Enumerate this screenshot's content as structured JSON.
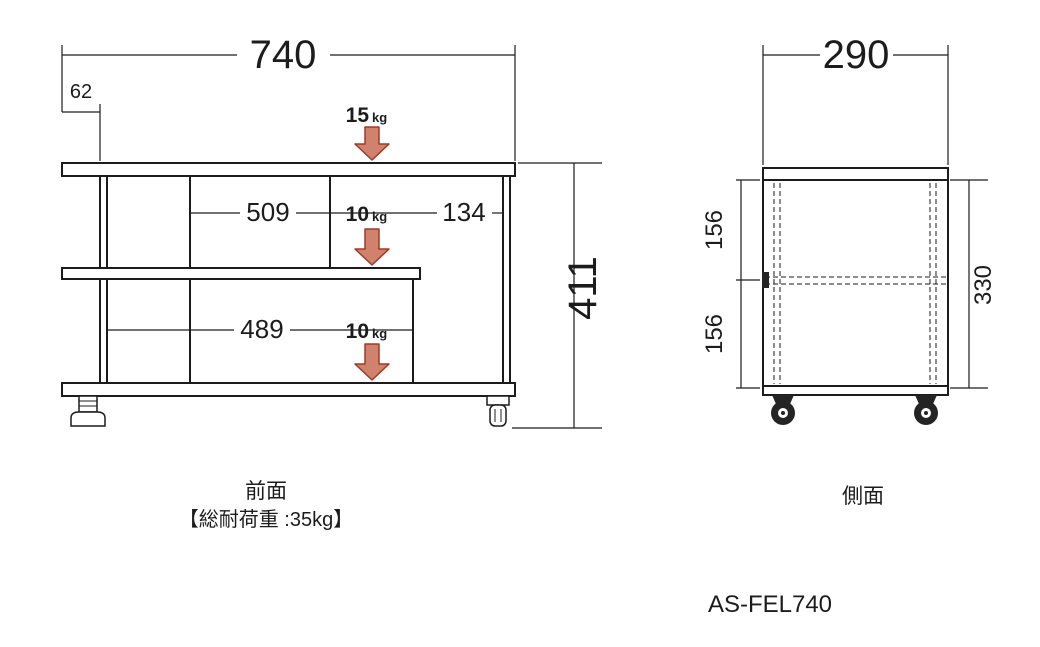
{
  "model_label": "AS-FEL740",
  "colors": {
    "line": "#1c1c1c",
    "accent_fill": "#d0826c",
    "accent_stroke": "#9d3b2a",
    "accent_text": "#a63c2a"
  },
  "front_view": {
    "caption": "前面",
    "capacity_note": "【総耐荷重 :35kg】",
    "dims": {
      "overall_width": "740",
      "left_offset": "62",
      "middle_shelf_width": "509",
      "right_opening_width": "134",
      "bottom_shelf_width": "489",
      "overall_height": "411"
    },
    "loads": [
      {
        "value": "15",
        "unit": "kg"
      },
      {
        "value": "10",
        "unit": "kg"
      },
      {
        "value": "10",
        "unit": "kg"
      }
    ]
  },
  "side_view": {
    "caption": "側面",
    "dims": {
      "overall_depth": "290",
      "upper_section": "156",
      "lower_section": "156",
      "inner_height": "330"
    }
  }
}
